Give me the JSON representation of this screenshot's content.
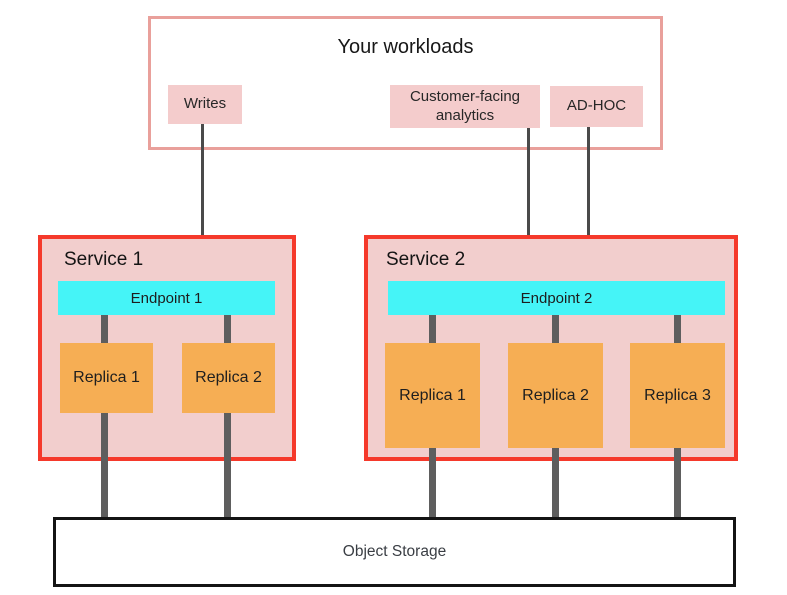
{
  "workloads": {
    "title": "Your workloads",
    "chips": [
      {
        "label": "Writes"
      },
      {
        "label": "Customer-facing analytics"
      },
      {
        "label": "AD-HOC"
      }
    ]
  },
  "services": [
    {
      "title": "Service 1",
      "endpoint": "Endpoint 1",
      "replicas": [
        "Replica 1",
        "Replica 2"
      ]
    },
    {
      "title": "Service 2",
      "endpoint": "Endpoint 2",
      "replicas": [
        "Replica 1",
        "Replica 2",
        "Replica 3"
      ]
    }
  ],
  "storage": {
    "label": "Object Storage"
  },
  "colors": {
    "workloads_border": "#e9a09b",
    "chip_fill": "#f4cccc",
    "service_border": "#f5392b",
    "service_fill": "#f2cecd",
    "endpoint_fill": "#45f4f7",
    "replica_fill": "#f6ae54",
    "connector": "#5e5e5e",
    "arrow": "#4a4a4a",
    "storage_border": "#141414"
  }
}
